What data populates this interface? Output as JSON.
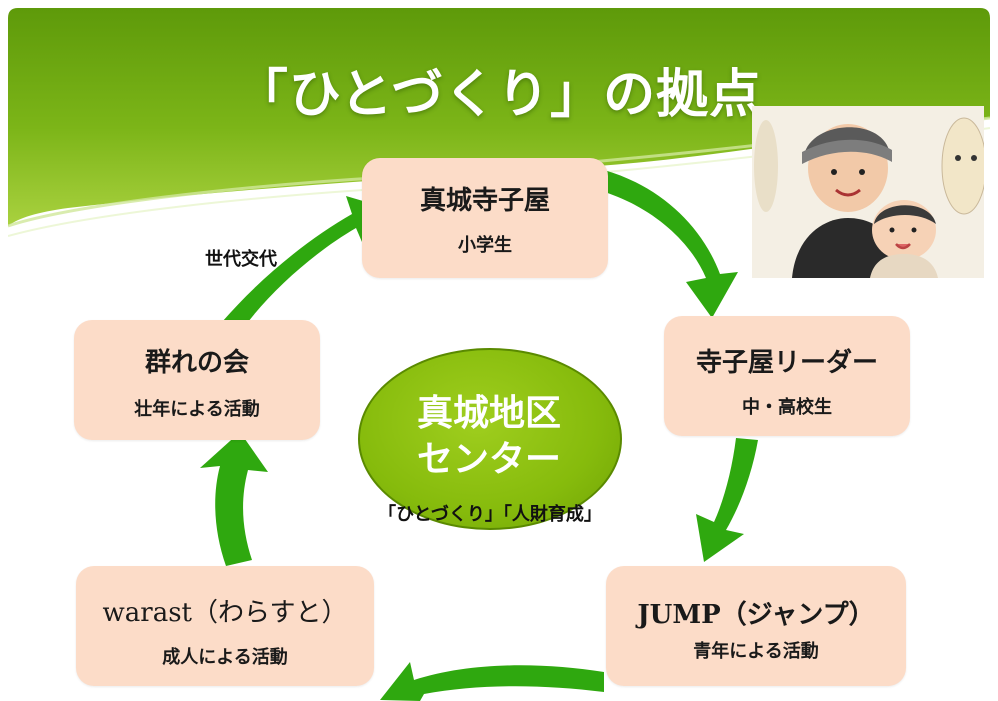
{
  "title": "「ひとづくり」の拠点",
  "center": {
    "line1": "真城地区",
    "line2": "センター",
    "caption": "「ひとづくり」「人財育成」"
  },
  "side_label": "世代交代",
  "nodes": [
    {
      "id": "terakoya",
      "title": "真城寺子屋",
      "subtitle": "小学生"
    },
    {
      "id": "leader",
      "title": "寺子屋リーダー",
      "subtitle": "中・高校生"
    },
    {
      "id": "jump",
      "title": "JUMP（ジャンプ）",
      "subtitle": "青年による活動"
    },
    {
      "id": "warast",
      "title": "warast（わらすと）",
      "subtitle": "成人による活動"
    },
    {
      "id": "mure",
      "title": "群れの会",
      "subtitle": "壮年による活動"
    }
  ],
  "colors": {
    "banner_green": "#7cb518",
    "arrow_green": "#2fa80f",
    "box_fill": "#fcdcc8",
    "center_fill": "#86bb0c"
  },
  "photo": {
    "icon": "mother-and-child-photo"
  }
}
